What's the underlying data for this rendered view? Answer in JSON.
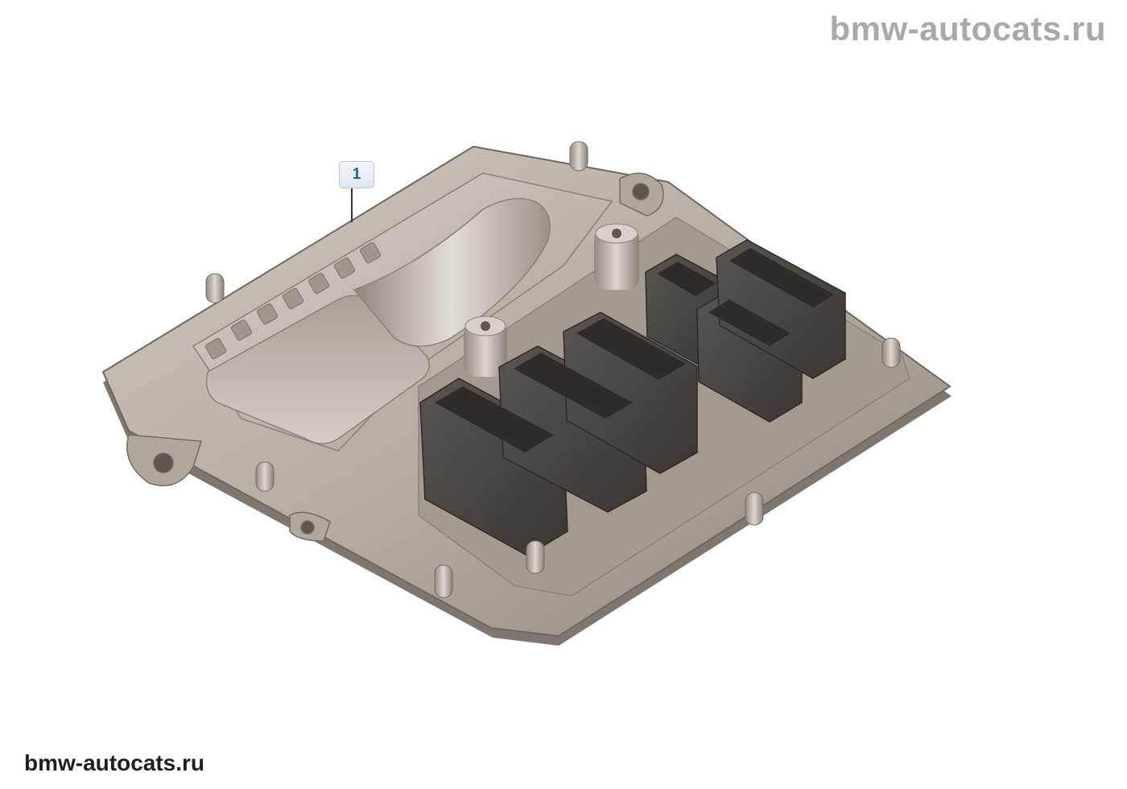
{
  "watermark": {
    "top": "bmw-autocats.ru",
    "bottom": "bmw-autocats.ru"
  },
  "callouts": [
    {
      "label": "1"
    }
  ],
  "colors": {
    "housing": "#b7aea4",
    "housing_dark": "#8d857c",
    "housing_light": "#d9d3cc",
    "connector": "#4f4a45",
    "connector_dark": "#3b3733",
    "callout_text": "#2c5a9a"
  }
}
